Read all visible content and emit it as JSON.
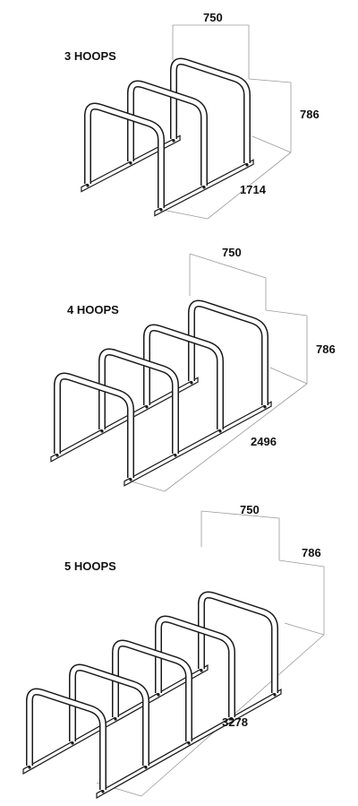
{
  "racks": [
    {
      "title": "3 HOOPS",
      "hoops": 3,
      "width": "750",
      "height": "786",
      "length": "1714"
    },
    {
      "title": "4 HOOPS",
      "hoops": 4,
      "width": "750",
      "height": "786",
      "length": "2496"
    },
    {
      "title": "5 HOOPS",
      "hoops": 5,
      "width": "750",
      "height": "786",
      "length": "3278"
    }
  ],
  "colors": {
    "line": "#1a1a1a",
    "dimension": "#9a9a9a",
    "background": "#ffffff"
  }
}
